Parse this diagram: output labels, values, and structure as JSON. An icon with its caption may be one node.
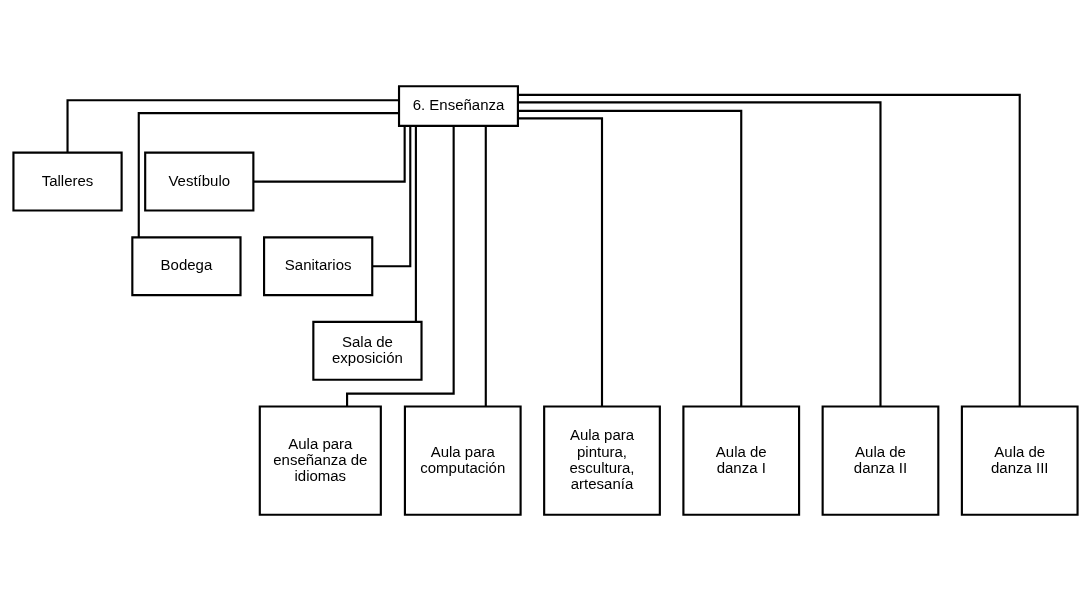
{
  "diagram": {
    "nodes": [
      {
        "text": [
          "6. Enseñanza"
        ]
      },
      {
        "text": [
          "Talleres"
        ]
      },
      {
        "text": [
          "Vestíbulo"
        ]
      },
      {
        "text": [
          "Bodega"
        ]
      },
      {
        "text": [
          "Sanitarios"
        ]
      },
      {
        "text": [
          "Sala de exposición"
        ]
      },
      {
        "text": [
          "Aula para enseñanza de idiomas"
        ]
      },
      {
        "text": [
          "Aula para computación"
        ]
      },
      {
        "text": [
          "Aula para pintura, escultura, artesanía"
        ]
      },
      {
        "text": [
          "Aula de danza I"
        ]
      },
      {
        "text": [
          "Aula de danza II"
        ]
      },
      {
        "text": [
          "Aula de danza III"
        ]
      }
    ],
    "edges": [
      {
        "from": 0,
        "to": 1,
        "arrow": "none"
      },
      {
        "from": 0,
        "to": 2,
        "arrow": "none"
      },
      {
        "from": 0,
        "to": 3,
        "arrow": "none"
      },
      {
        "from": 0,
        "to": 4,
        "arrow": "none"
      },
      {
        "from": 0,
        "to": 5,
        "arrow": "none"
      },
      {
        "from": 0,
        "to": 6,
        "arrow": "none"
      },
      {
        "from": 0,
        "to": 7,
        "arrow": "none"
      },
      {
        "from": 0,
        "to": 8,
        "arrow": "none"
      },
      {
        "from": 0,
        "to": 9,
        "arrow": "none"
      },
      {
        "from": 0,
        "to": 10,
        "arrow": "none"
      },
      {
        "from": 0,
        "to": 11,
        "arrow": "none"
      }
    ]
  }
}
